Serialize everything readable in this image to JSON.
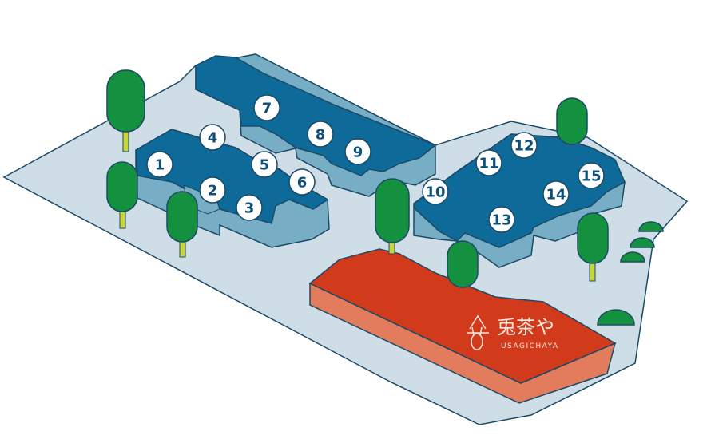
{
  "colors": {
    "ground": "#cfdde6",
    "outline": "#1a4a66",
    "roof": "#0e6a99",
    "wall": "#77aec6",
    "tree": "#13913e",
    "trunk": "#c9d63a",
    "restaurant_roof": "#d23a1c",
    "restaurant_wall": "#e27c5c",
    "badge_fill": "#ffffff",
    "badge_text": "#0e4f78",
    "brand_text": "#ffe7dc"
  },
  "cabins": [
    {
      "id": "cabin-1",
      "label": "1"
    },
    {
      "id": "cabin-2",
      "label": "2"
    },
    {
      "id": "cabin-3",
      "label": "3"
    },
    {
      "id": "cabin-4",
      "label": "4"
    },
    {
      "id": "cabin-5",
      "label": "5"
    },
    {
      "id": "cabin-6",
      "label": "6"
    },
    {
      "id": "cabin-7",
      "label": "7"
    },
    {
      "id": "cabin-8",
      "label": "8"
    },
    {
      "id": "cabin-9",
      "label": "9"
    },
    {
      "id": "cabin-10",
      "label": "10"
    },
    {
      "id": "cabin-11",
      "label": "11"
    },
    {
      "id": "cabin-12",
      "label": "12"
    },
    {
      "id": "cabin-13",
      "label": "13"
    },
    {
      "id": "cabin-14",
      "label": "14"
    },
    {
      "id": "cabin-15",
      "label": "15"
    }
  ],
  "restaurant": {
    "name_jp": "兎茶や",
    "name_en": "USAGICHAYA",
    "logo_icon": "rabbit-teahouse-logo-icon"
  }
}
